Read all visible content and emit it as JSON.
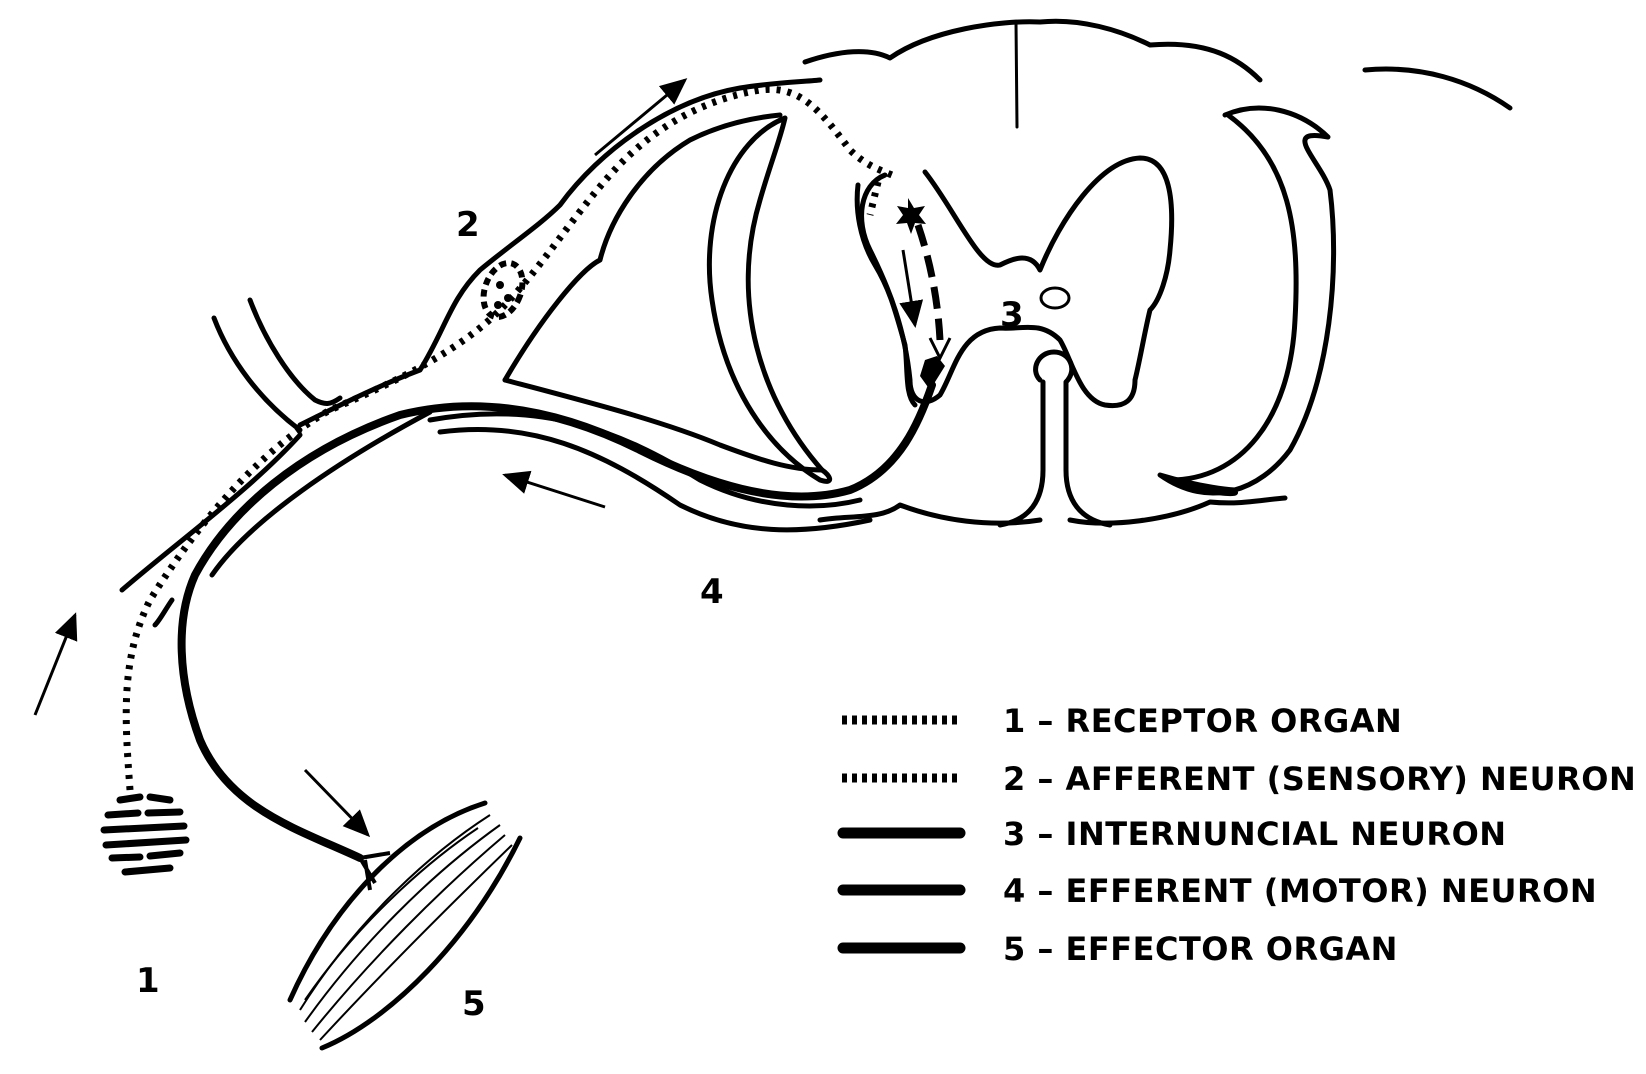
{
  "title": "Reflex arc diagram",
  "labels": {
    "receptor": "1",
    "ganglion": "2",
    "internuncial": "3",
    "efferent": "4",
    "effector": "5"
  },
  "legend": [
    {
      "symbol": "dotted",
      "text": "1 – RECEPTOR ORGAN"
    },
    {
      "symbol": "dotted",
      "text": "2 – AFFERENT (SENSORY) NEURON"
    },
    {
      "symbol": "solid",
      "text": "3 – INTERNUNCIAL NEURON"
    },
    {
      "symbol": "solid",
      "text": "4 – EFFERENT (MOTOR) NEURON"
    },
    {
      "symbol": "solid",
      "text": "5 – EFFECTOR ORGAN"
    }
  ],
  "colors": {
    "ink": "#000000",
    "paper": "#ffffff"
  }
}
